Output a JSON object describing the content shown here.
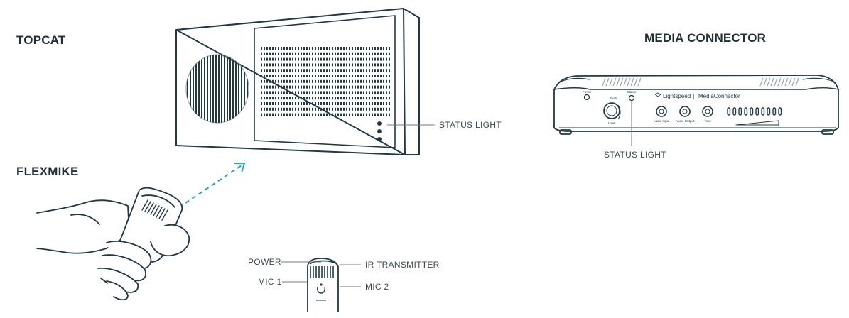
{
  "headings": {
    "topcat": "TOPCAT",
    "flexmike": "FLEXMIKE",
    "media_connector": "MEDIA CONNECTOR"
  },
  "callouts": {
    "topcat_status_light": "STATUS LIGHT",
    "media_status_light": "STATUS LIGHT",
    "power": "POWER",
    "ir_transmitter": "IR TRANSMITTER",
    "mic1": "MIC 1",
    "mic2": "MIC 2"
  },
  "media_connector_panel": {
    "brand": "Lightspeed",
    "product": "MediaConnector",
    "power_label": "Power",
    "status_label": "Status",
    "push_label": "Push",
    "level_label": "Level",
    "audio_input_label": "Audio Input",
    "audio_output_label": "Audio Output",
    "tone_label": "Tone"
  },
  "colors": {
    "line": "#1f3a44",
    "accent": "#2aa7b5",
    "text": "#1f2f36"
  }
}
